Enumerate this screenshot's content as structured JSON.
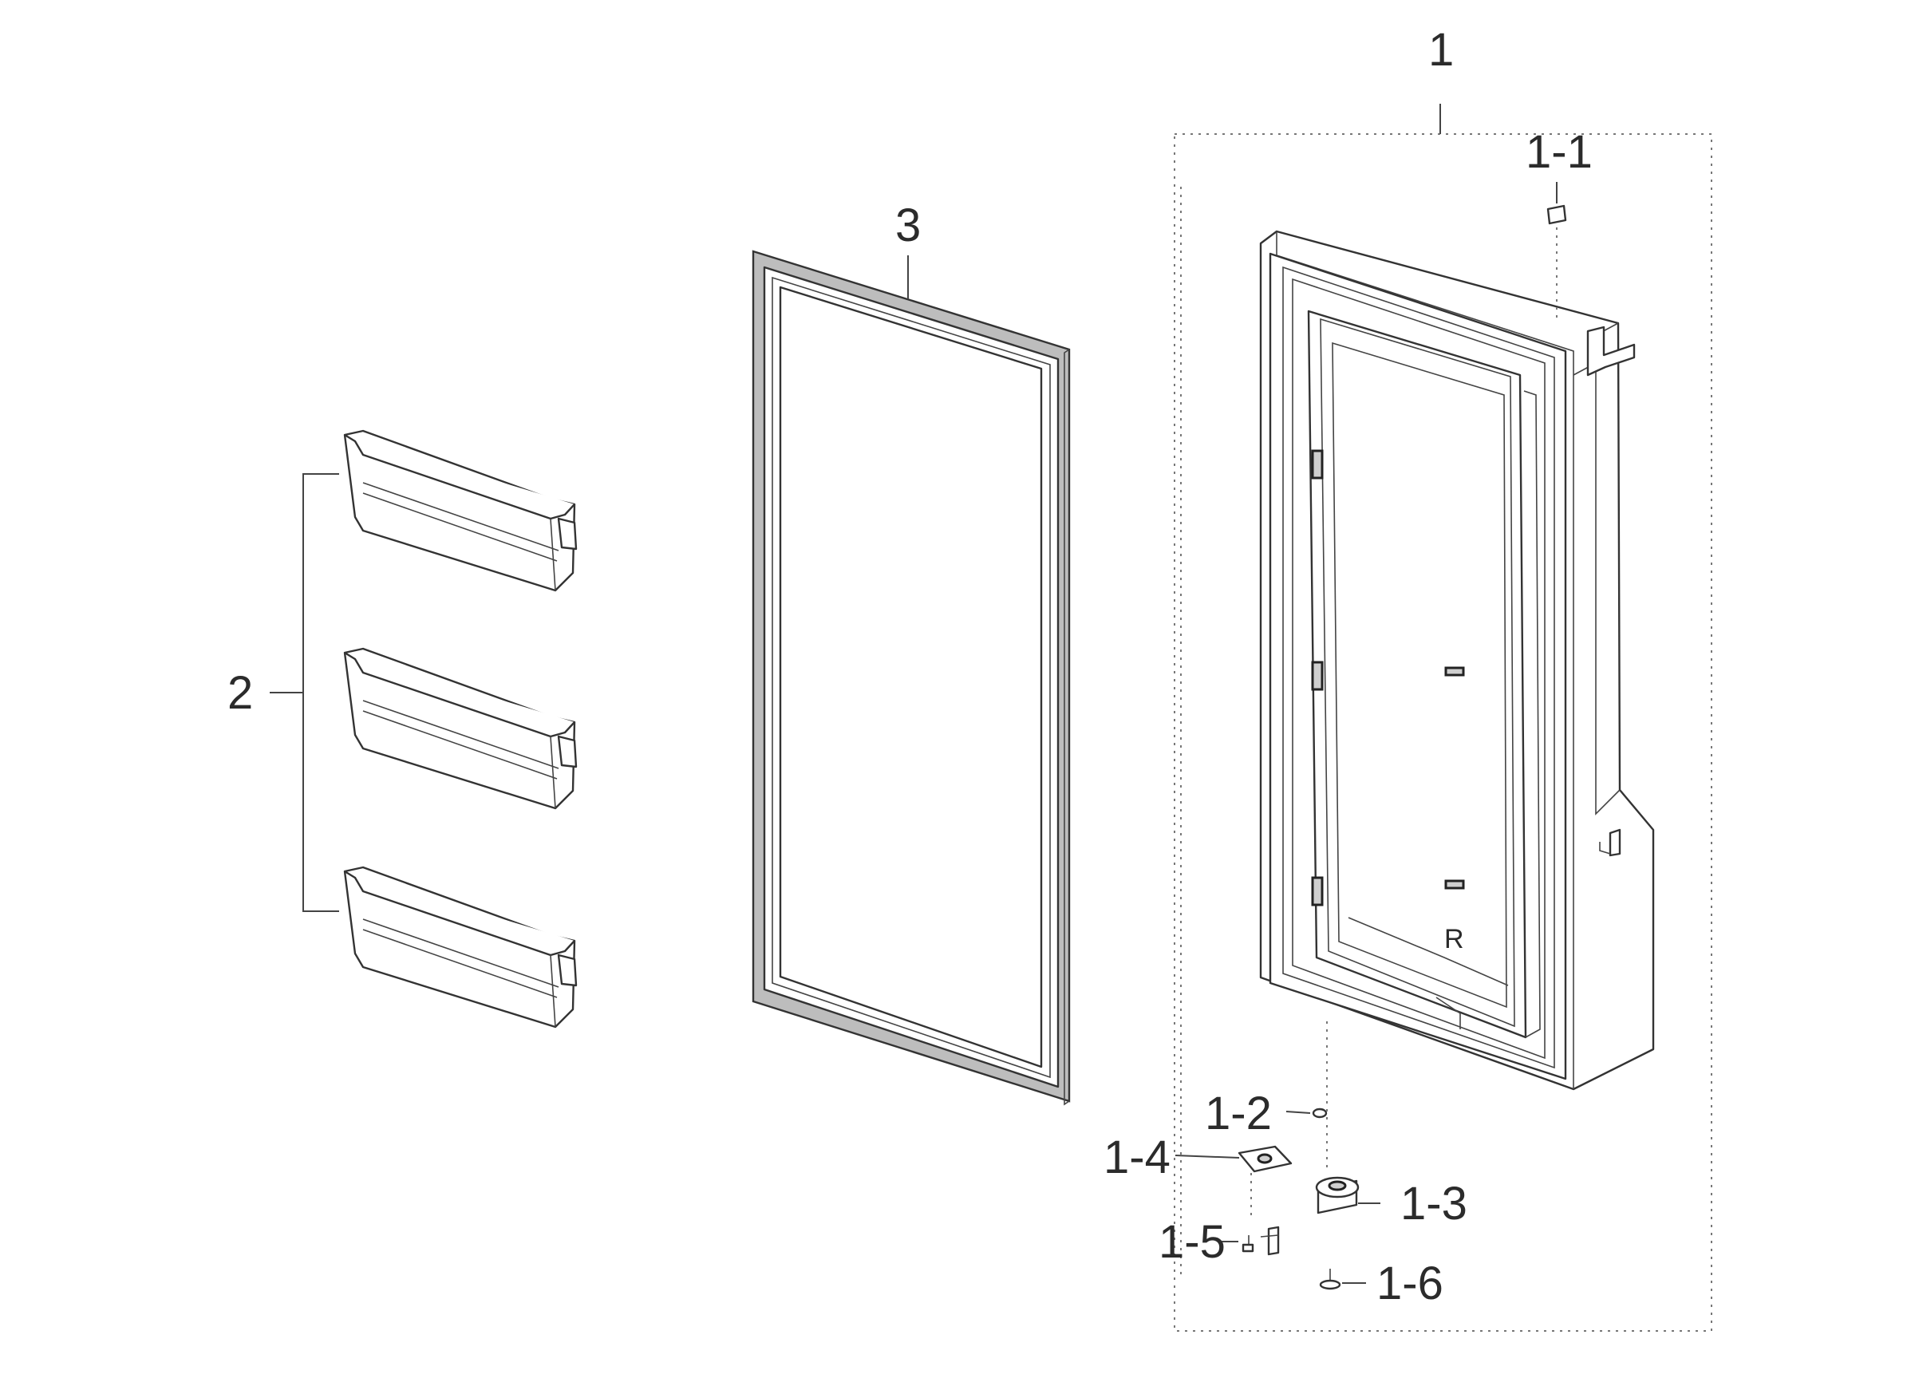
{
  "diagram": {
    "callouts": {
      "c1_top": "1",
      "c1_1": "1-1",
      "c1_2": "1-2",
      "c1_3": "1-3",
      "c1_4": "1-4",
      "c1_5": "1-5",
      "c1_6": "1-6",
      "c2": "2",
      "c3": "3"
    },
    "door_stamp": "R"
  }
}
